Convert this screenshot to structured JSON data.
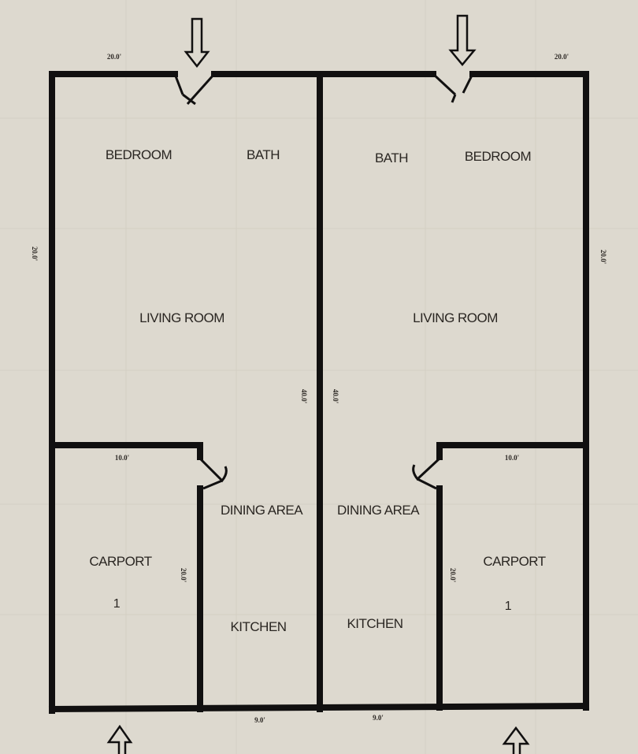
{
  "plan": {
    "type": "duplex floor plan",
    "colors": {
      "paper": "#ddd9cf",
      "wall": "#111010",
      "text": "#2a2622"
    },
    "units": [
      {
        "side": "left",
        "rooms": {
          "bedroom": "BEDROOM",
          "bath": "BATH",
          "living": "LIVING ROOM",
          "dining": "DINING AREA",
          "kitchen": "KITCHEN",
          "carport": "CARPORT",
          "carport_number": "1"
        },
        "dims": {
          "top": "20.0'",
          "outer_wall": "20.0'",
          "center_wall": "40.0'",
          "carport_width": "10.0'",
          "carport_depth": "20.0'",
          "bottom": "9.0'"
        }
      },
      {
        "side": "right",
        "rooms": {
          "bedroom": "BEDROOM",
          "bath": "BATH",
          "living": "LIVING ROOM",
          "dining": "DINING AREA",
          "kitchen": "KITCHEN",
          "carport": "CARPORT",
          "carport_number": "1"
        },
        "dims": {
          "top": "20.0'",
          "outer_wall": "20.0'",
          "center_wall": "40.0'",
          "carport_width": "10.0'",
          "carport_depth": "20.0'",
          "bottom": "9.0'"
        }
      }
    ],
    "entrances": [
      {
        "position": "top-left",
        "arrow": "down"
      },
      {
        "position": "top-right",
        "arrow": "down"
      },
      {
        "position": "bottom-left",
        "arrow": "up"
      },
      {
        "position": "bottom-right",
        "arrow": "up"
      }
    ]
  }
}
